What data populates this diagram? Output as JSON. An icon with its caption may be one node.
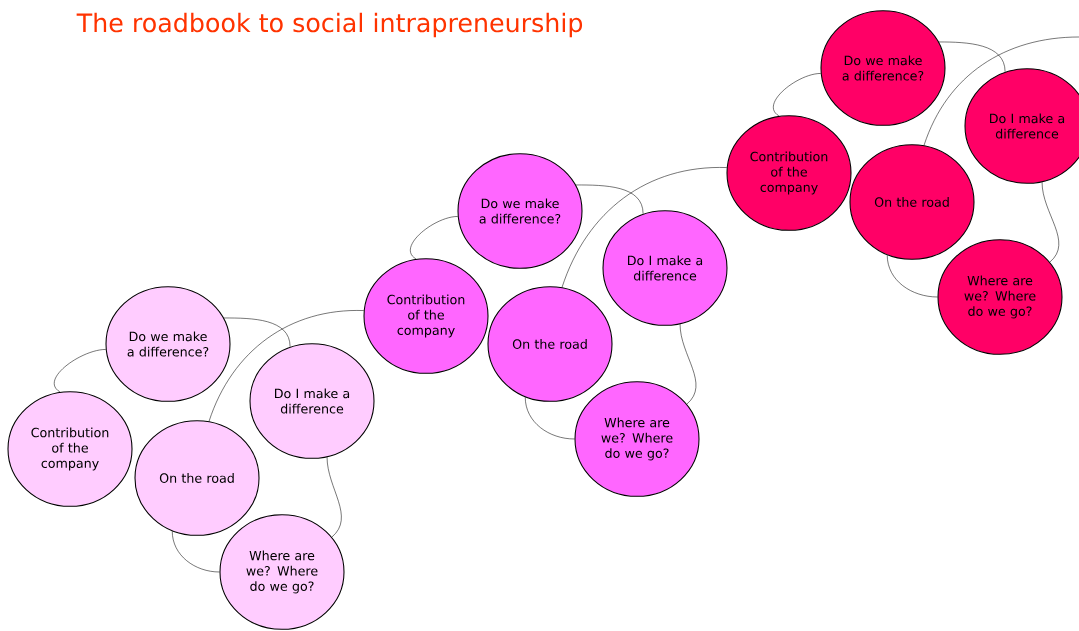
{
  "diagram": {
    "title": "The roadbook to social intrapreneurship",
    "nodes": [
      {
        "text": [
          "Contribution of the company"
        ]
      },
      {
        "text": [
          "Do we make a difference?"
        ]
      },
      {
        "text": [
          "Do I make a difference"
        ]
      },
      {
        "text": [
          "On the road"
        ]
      },
      {
        "text": [
          "Where are we? Where do we go?"
        ]
      },
      {
        "text": [
          "Contribution of the company"
        ]
      },
      {
        "text": [
          "Do we make a difference?"
        ]
      },
      {
        "text": [
          "Do I make a difference"
        ]
      },
      {
        "text": [
          "On the road"
        ]
      },
      {
        "text": [
          "Where are we? Where do we go?"
        ]
      },
      {
        "text": [
          "Contribution of the company"
        ]
      },
      {
        "text": [
          "Do we make a difference?"
        ]
      },
      {
        "text": [
          "Do I make a difference"
        ]
      },
      {
        "text": [
          "On the road"
        ]
      },
      {
        "text": [
          "Where are we? Where do we go?"
        ]
      }
    ],
    "edges": [
      {
        "from": 0,
        "to": 1,
        "arrow": "none"
      },
      {
        "from": 1,
        "to": 2,
        "arrow": "none"
      },
      {
        "from": 2,
        "to": 4,
        "arrow": "none"
      },
      {
        "from": 4,
        "to": 3,
        "arrow": "none"
      },
      {
        "from": 3,
        "to": 5,
        "arrow": "none"
      },
      {
        "from": 5,
        "to": 6,
        "arrow": "none"
      },
      {
        "from": 6,
        "to": 7,
        "arrow": "none"
      },
      {
        "from": 7,
        "to": 9,
        "arrow": "none"
      },
      {
        "from": 9,
        "to": 8,
        "arrow": "none"
      },
      {
        "from": 8,
        "to": 10,
        "arrow": "none"
      },
      {
        "from": 10,
        "to": 11,
        "arrow": "none"
      },
      {
        "from": 11,
        "to": 12,
        "arrow": "none"
      },
      {
        "from": 12,
        "to": 14,
        "arrow": "none"
      },
      {
        "from": 14,
        "to": 13,
        "arrow": "none"
      },
      {
        "from": 13,
        "to": null,
        "arrow": "none"
      }
    ]
  }
}
